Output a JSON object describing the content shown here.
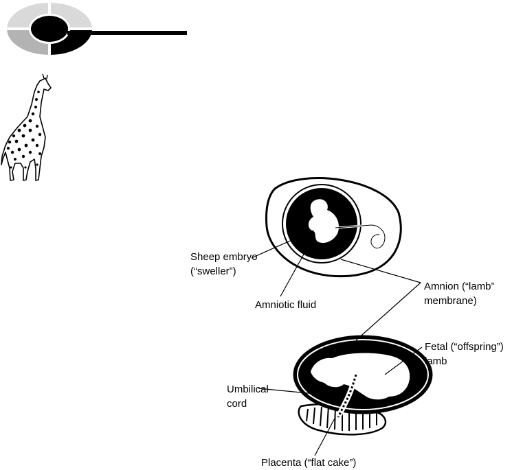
{
  "header_logo": {
    "icon": "oval-segment-logo-icon",
    "colors": {
      "dark": "#000000",
      "mid": "#b3b3b3",
      "light": "#d9d9d9"
    }
  },
  "decoration": {
    "icon": "giraffe-icon"
  },
  "diagram": {
    "embryo_figure": {
      "icon": "sheep-embryo-in-amnion-illustration"
    },
    "fetus_figure": {
      "icon": "fetal-lamb-with-placenta-illustration"
    },
    "labels": {
      "sheep_embryo": {
        "line1": "Sheep embryo",
        "line2": "(“sweller”)"
      },
      "amniotic_fluid": {
        "line1": "Amniotic fluid"
      },
      "amnion": {
        "line1": "Amnion (“lamb”",
        "line2": "membrane)"
      },
      "fetal_lamb": {
        "line1": "Fetal (“offspring”)",
        "line2": "lamb"
      },
      "umbilical_cord": {
        "line1": "Umbilical",
        "line2": "cord"
      },
      "placenta": {
        "line1": "Placenta (“flat cake”)"
      }
    }
  }
}
